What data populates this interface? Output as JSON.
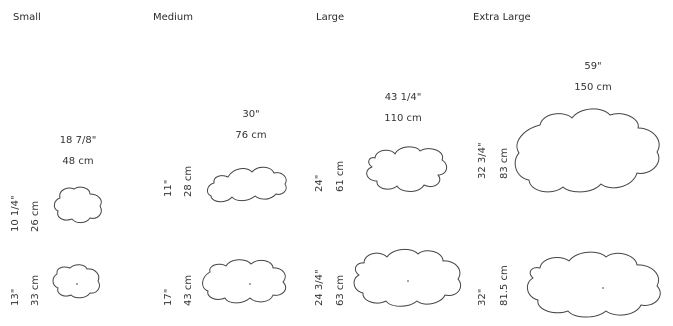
{
  "sizes": [
    {
      "label": "Small",
      "width_in": "18 7/8\"",
      "width_cm": "48 cm",
      "height_in": "10 1/4\"",
      "height_cm": "26 cm",
      "bottom_in": "13\"",
      "bottom_cm": "33 cm"
    },
    {
      "label": "Medium",
      "width_in": "30\"",
      "width_cm": "76 cm",
      "height_in": "11\"",
      "height_cm": "28 cm",
      "bottom_in": "17\"",
      "bottom_cm": "43 cm"
    },
    {
      "label": "Large",
      "width_in": "43 1/4\"",
      "width_cm": "110 cm",
      "height_in": "24\"",
      "height_cm": "61 cm",
      "bottom_in": "24 3/4\"",
      "bottom_cm": "63 cm"
    },
    {
      "label": "Extra Large",
      "width_in": "59\"",
      "width_cm": "150 cm",
      "height_in": "32 3/4\"",
      "height_cm": "83 cm",
      "bottom_in": "32\"",
      "bottom_cm": "81.5 cm"
    }
  ],
  "colors": {
    "outline": "#444444",
    "text": "#333333"
  }
}
